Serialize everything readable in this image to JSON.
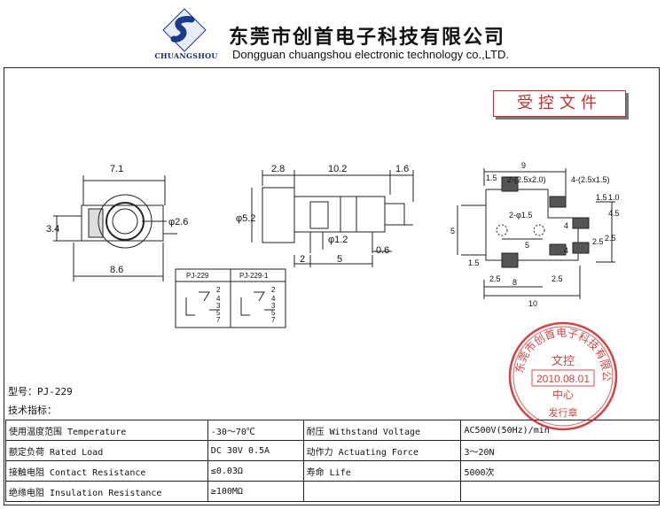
{
  "header": {
    "logo_text": "CHUANGSHOU",
    "company_cn": "东莞市创首电子科技有限公司",
    "company_en": "Dongguan chuangshou electronic technology co.,LTD."
  },
  "controlled_doc": "受控文件",
  "drawing": {
    "front": {
      "d_top": "7.1",
      "d_height": "3.4",
      "d_dia": "φ2.6",
      "d_bottom": "8.6"
    },
    "side": {
      "d1": "2.8",
      "d2": "10.2",
      "d3": "1.6",
      "d_dia": "φ5.2",
      "d_pin": "φ1.2",
      "d_b1": "2",
      "d_b2": "5",
      "d_b3": "0.6"
    },
    "pcb": {
      "d_top": "9",
      "hole1": "2-(2.5x2.0)",
      "hole2": "4-(2.5x1.5)",
      "d15": "1.5",
      "dia15": "2-φ1.5",
      "d4a": "4",
      "d5": "5",
      "d25a": "2.5",
      "d15b": "1.5",
      "d4b": "4",
      "d_h5": "5",
      "d25b": "2.5",
      "d8": "8",
      "d25c": "2.5",
      "d10": "10",
      "d45": "4.5",
      "d10v": "1.0",
      "d15v": "1.5",
      "d25v": "2.5"
    },
    "schematic": {
      "left_title": "PJ-229",
      "right_title": "PJ-229-1",
      "pins": [
        "2",
        "4",
        "3",
        "5",
        "7"
      ]
    }
  },
  "model_line": "型号：PJ-229",
  "tech_title": "技术指标：",
  "specs": [
    [
      "使用温度范围 Temperature",
      "-30～70℃",
      "耐压 Withstand Voltage",
      "AC500V(50Hz)/min"
    ],
    [
      "额定负荷 Rated Load",
      "DC 30V 0.5A",
      "动作力 Actuating Force",
      "3～20N"
    ],
    [
      "接触电阻 Contact Resistance",
      "≤0.03Ω",
      "寿命 Life",
      "5000次"
    ],
    [
      "绝缘电阻 Insulation Resistance",
      "≥100MΩ",
      "",
      ""
    ]
  ],
  "stamp": {
    "ring_text": "东莞市创首电子科技有限公司",
    "center1": "文控",
    "date": "2010.08.01",
    "center2": "中心",
    "bottom": "发行章"
  },
  "colors": {
    "stamp": "#cc2222",
    "logo": "#1a3a8c"
  }
}
